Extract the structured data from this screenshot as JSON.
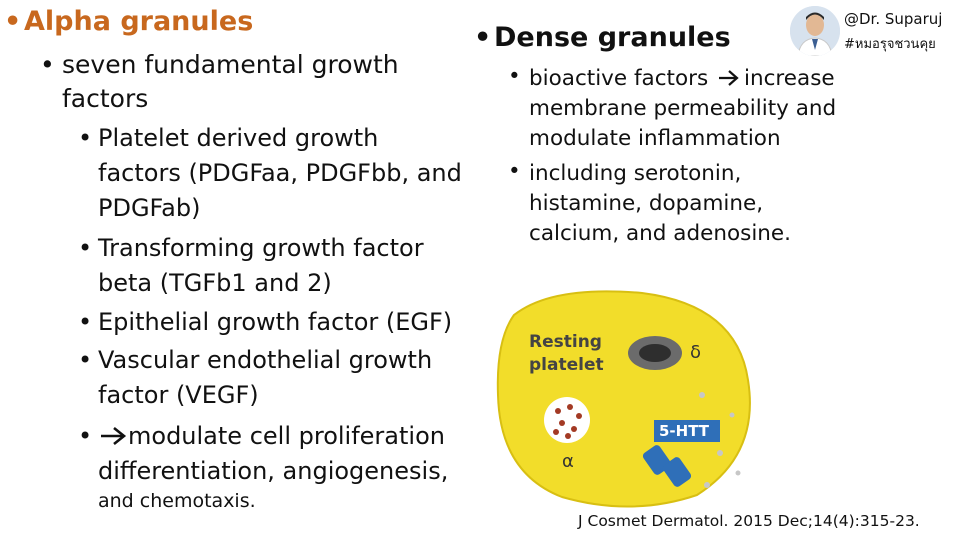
{
  "alpha": {
    "heading": "Alpha granules",
    "intro_line1": "seven fundamental growth",
    "intro_line2": "factors",
    "items": [
      {
        "lines": [
          "Platelet derived growth",
          "factors (PDGFaa, PDGFbb, and",
          "PDGFab)"
        ]
      },
      {
        "lines": [
          "Transforming growth factor",
          "beta (TGFb1 and 2)"
        ]
      },
      {
        "lines": [
          "Epithelial growth factor (EGF)"
        ]
      },
      {
        "lines": [
          "Vascular endothelial growth",
          "factor (VEGF)"
        ]
      },
      {
        "lines": [
          "modulate cell proliferation",
          "differentiation, angiogenesis,",
          "and chemotaxis."
        ]
      }
    ]
  },
  "dense": {
    "heading": "Dense granules",
    "items": [
      {
        "lines": [
          "bioactive factors",
          "increase",
          "membrane permeability and",
          "modulate inflammation"
        ]
      },
      {
        "lines": [
          "including serotonin,",
          "histamine, dopamine,",
          "calcium, and adenosine."
        ]
      }
    ]
  },
  "badge": {
    "handle": "@Dr. Suparuj",
    "hashtag": "#หมอรุจชวนคุย"
  },
  "figure": {
    "label_line1": "Resting",
    "label_line2": "platelet",
    "delta": "δ",
    "alpha": "α",
    "transporter": "5-HTT"
  },
  "citation": "J Cosmet Dermatol. 2015 Dec;14(4):315-23.",
  "colors": {
    "heading_orange": "#c8681e",
    "platelet_yellow": "#f2dd2a",
    "transporter_blue": "#2f6fb8"
  }
}
